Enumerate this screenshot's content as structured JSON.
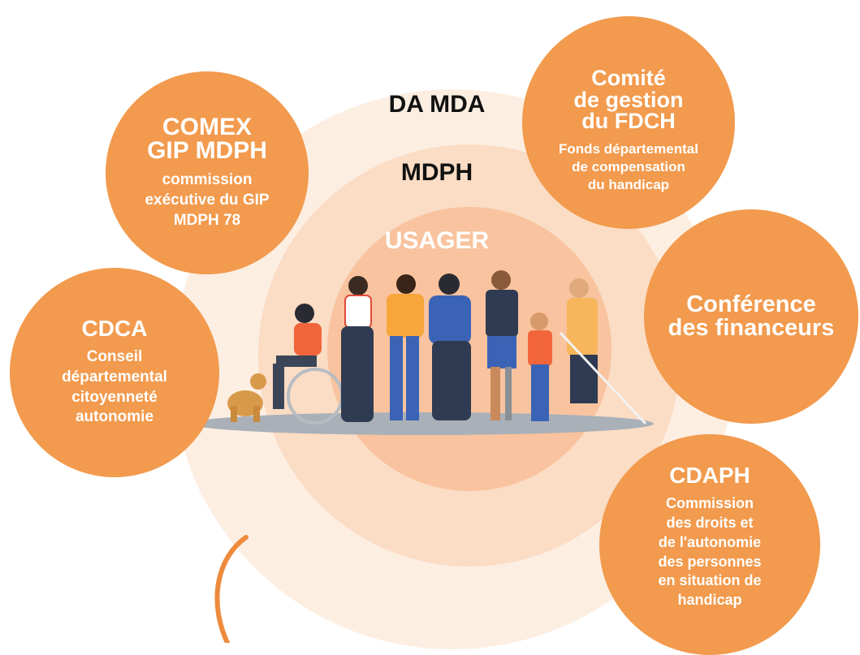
{
  "rings": {
    "outer_label": "DA MDA",
    "middle_label": "MDPH",
    "inner_label": "USAGER"
  },
  "bubbles": {
    "comex": {
      "title_lines": [
        "COMEX",
        "GIP MDPH"
      ],
      "desc_lines": [
        "commission",
        "exécutive du GIP",
        "MDPH 78"
      ]
    },
    "fdch": {
      "title_lines": [
        "Comité",
        "de gestion",
        "du FDCH"
      ],
      "desc_lines": [
        "Fonds départemental",
        "de compensation",
        "du handicap"
      ]
    },
    "cdca": {
      "title_lines": [
        "CDCA"
      ],
      "desc_lines": [
        "Conseil",
        "départemental",
        "citoyenneté",
        "autonomie"
      ]
    },
    "financeurs": {
      "title_lines": [
        "Conférence",
        "des financeurs"
      ]
    },
    "cdaph": {
      "title_lines": [
        "CDAPH"
      ],
      "desc_lines": [
        "Commission",
        "des droits et",
        "de l'autonomie",
        "des personnes",
        "en situation de",
        "handicap"
      ]
    }
  },
  "colors": {
    "bubble": "#f29a4d",
    "ring_outer": "#fdeee2",
    "ring_middle": "#fbdcc4",
    "ring_inner": "#f8c39e",
    "curve": "#ee8a3c"
  },
  "illustration": "group-of-diverse-people"
}
